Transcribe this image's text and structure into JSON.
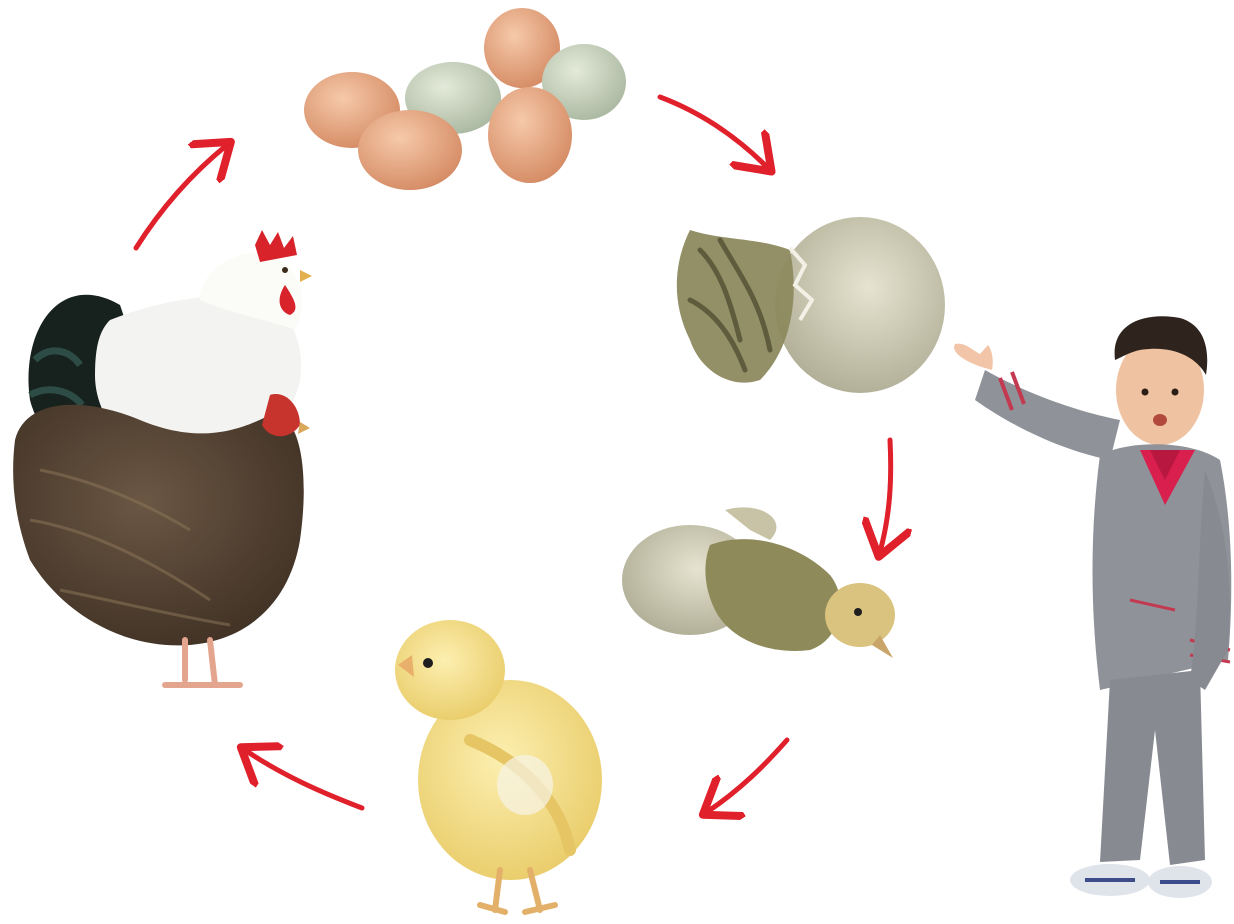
{
  "diagram": {
    "type": "cycle",
    "stages": [
      {
        "id": "eggs",
        "icon": "eggs-illustration"
      },
      {
        "id": "egg-cracking",
        "icon": "cracking-egg-illustration"
      },
      {
        "id": "chick-hatching",
        "icon": "hatching-chick-illustration"
      },
      {
        "id": "chick",
        "icon": "chick-illustration"
      },
      {
        "id": "adult-chickens",
        "icon": "rooster-and-hen-illustration"
      }
    ],
    "flow": [
      "eggs",
      "egg-cracking",
      "chick-hatching",
      "chick",
      "adult-chickens",
      "eggs"
    ],
    "presenter": {
      "icon": "boy-presenter-illustration"
    }
  },
  "colors": {
    "background": "#ffffff",
    "arrow": "#e0202a",
    "egg_brown": "#e9a47f",
    "egg_green": "#c9d3bf",
    "chick_yellow": "#f4dc7a",
    "hen_dark": "#4a3a2c",
    "rooster_white": "#f2f2f2",
    "comb_red": "#d8232b",
    "suit_gray": "#8f9299",
    "shirt_magenta": "#d91f4e"
  }
}
